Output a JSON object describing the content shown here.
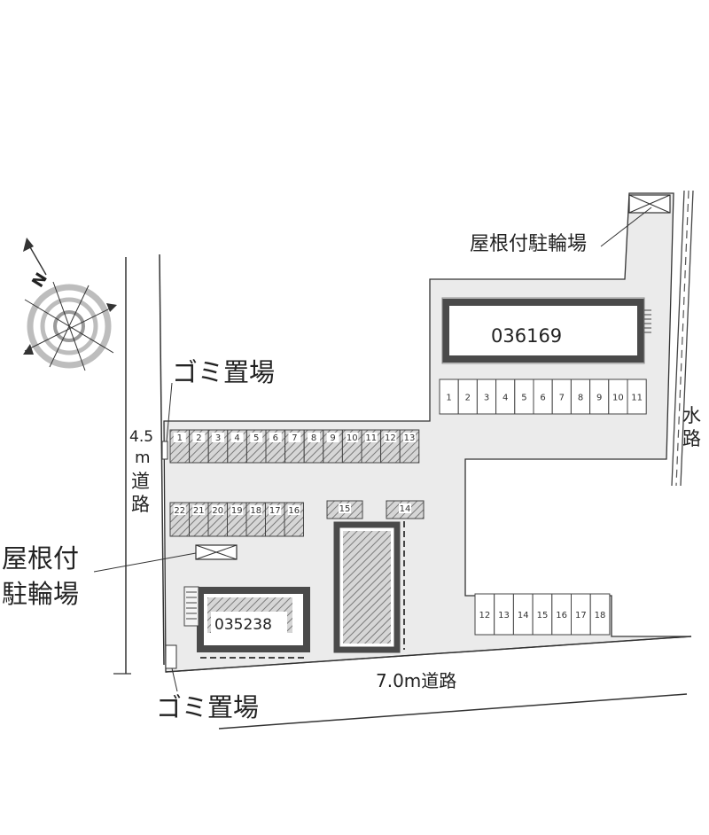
{
  "labels": {
    "garbage_top": "ゴミ置場",
    "garbage_bottom": "ゴミ置場",
    "bike_top": "屋根付駐輪場",
    "bike_left_line1": "屋根付",
    "bike_left_line2": "駐輪場",
    "road_left_width": "4.5",
    "road_left_unit": "m",
    "road_left_chars": [
      "道",
      "路"
    ],
    "road_bottom": "7.0m道路",
    "water_chars": [
      "水",
      "路"
    ],
    "compass_letter": "N"
  },
  "buildings": {
    "north": "036169",
    "southwest": "035238"
  },
  "parking": {
    "row_top_right": [
      "1",
      "2",
      "3",
      "4",
      "5",
      "6",
      "7",
      "8",
      "9",
      "10",
      "11"
    ],
    "row_mid_upper": [
      "1",
      "2",
      "3",
      "4",
      "5",
      "6",
      "7",
      "8",
      "9",
      "10",
      "11",
      "12",
      "13"
    ],
    "row_mid_lower": [
      "22",
      "21",
      "20",
      "19",
      "18",
      "17",
      "16"
    ],
    "singles": [
      "15",
      "14"
    ],
    "row_bottom_right": [
      "12",
      "13",
      "14",
      "15",
      "16",
      "17",
      "18"
    ]
  },
  "colors": {
    "lot_fill": "#ebebeb",
    "building_border": "#4a4a4a",
    "hatch": "#8a8a8a",
    "line": "#333333"
  }
}
